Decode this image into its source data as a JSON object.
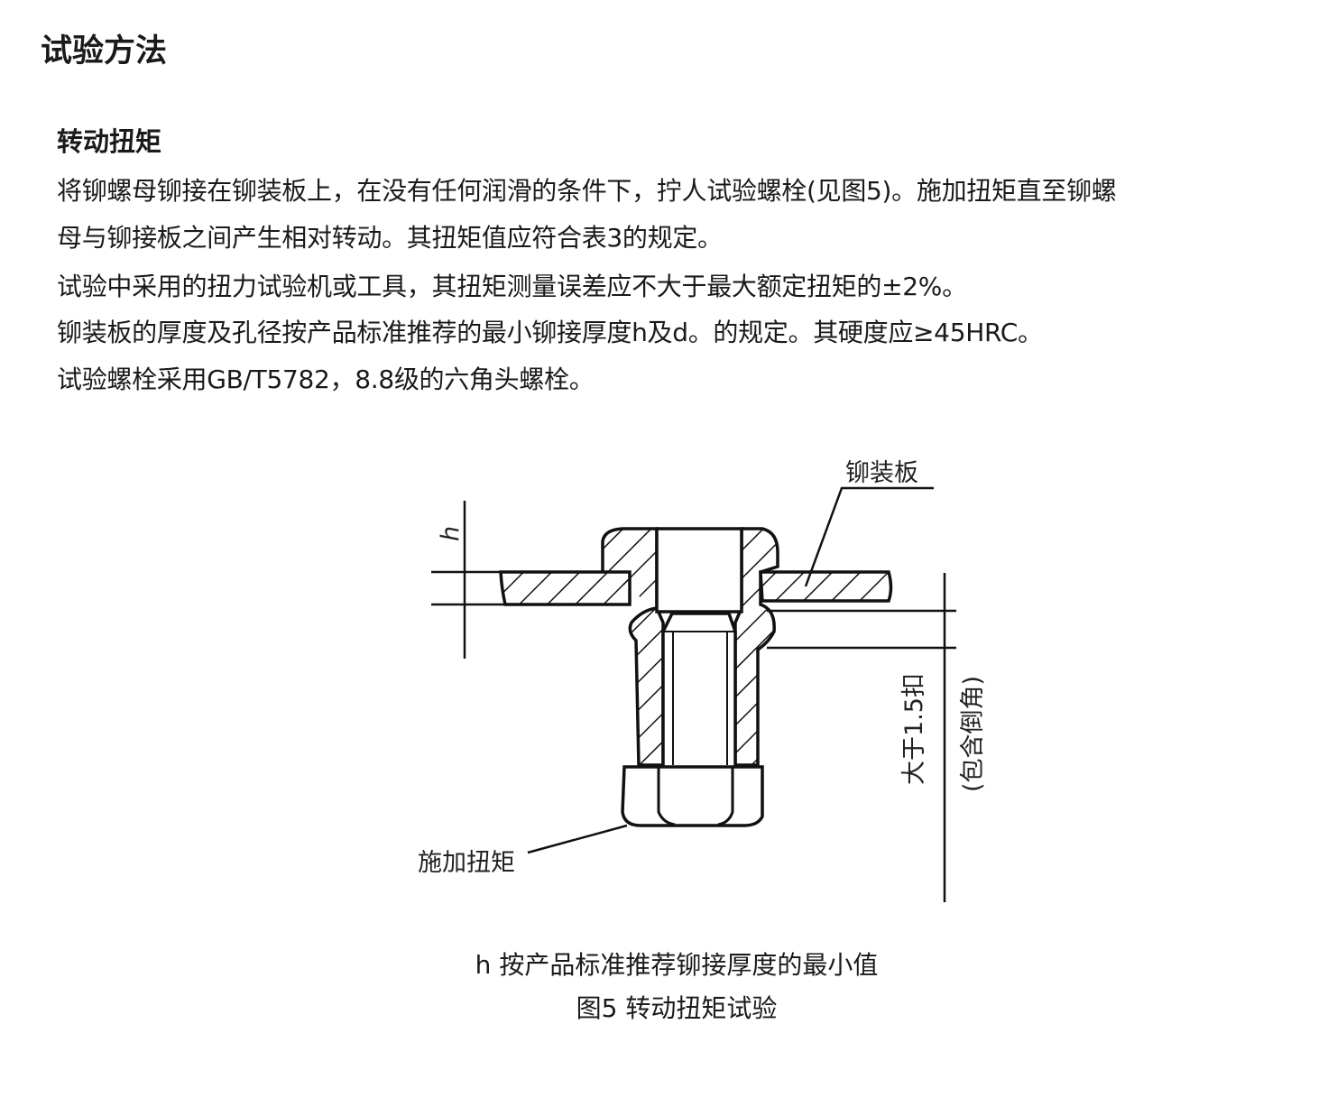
{
  "title": "试验方法",
  "section": {
    "heading": "转动扭矩",
    "paragraphs": [
      "将铆螺母铆接在铆装板上，在没有任何润滑的条件下，拧人试验螺栓(见图5)。施加扭矩直至铆螺",
      "母与铆接板之间产生相对转动。其扭矩值应符合表3的规定。",
      "试验中采用的扭力试验机或工具，其扭矩测量误差应不大于最大额定扭矩的±2%。",
      "铆装板的厚度及孔径按产品标准推荐的最小铆接厚度h及d。的规定。其硬度应≥45HRC。",
      "试验螺栓采用GB/T5782，8.8级的六角头螺栓。"
    ]
  },
  "figure": {
    "labels": {
      "plate": "铆装板",
      "dim_h": "h",
      "thread": "大于1.5扣",
      "chamfer": "(包含倒角)",
      "torque": "施加扭矩"
    },
    "note": "h 按产品标准推荐铆接厚度的最小值",
    "caption": "图5  转动扭矩试验"
  }
}
